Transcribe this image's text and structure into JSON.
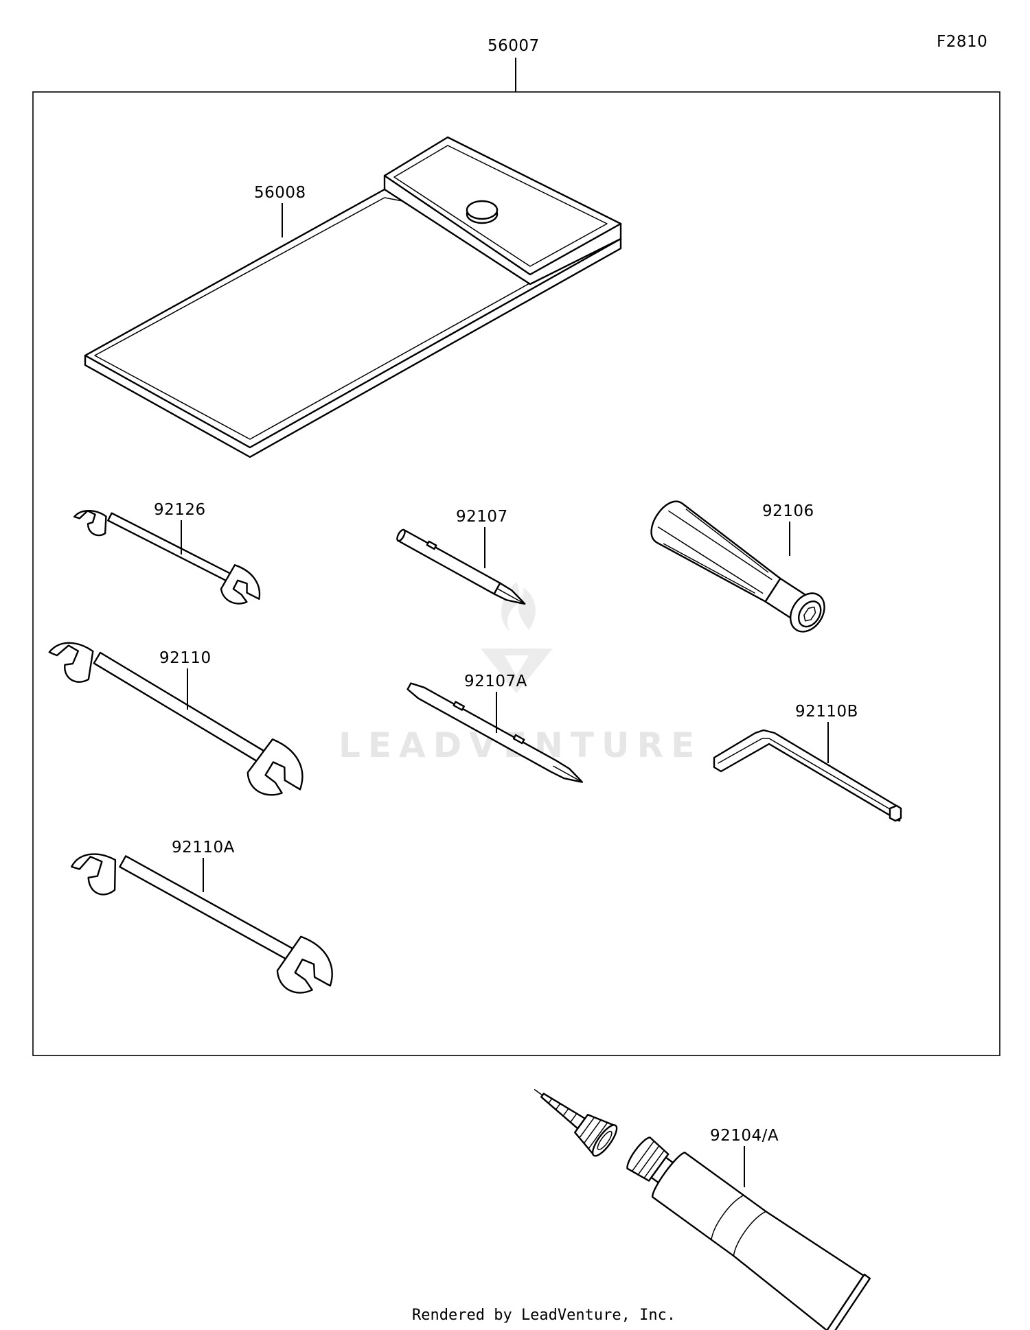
{
  "diagram": {
    "figure_code": "F2810",
    "kit_part": "56007",
    "parts": [
      {
        "id": "pouch",
        "number": "56008"
      },
      {
        "id": "small-wrench",
        "number": "92126"
      },
      {
        "id": "driver-bit",
        "number": "92107"
      },
      {
        "id": "driver-handle",
        "number": "92106"
      },
      {
        "id": "large-wrench",
        "number": "92110"
      },
      {
        "id": "double-driver-bit",
        "number": "92107A"
      },
      {
        "id": "hex-wrench",
        "number": "92110B"
      },
      {
        "id": "medium-wrench",
        "number": "92110A"
      },
      {
        "id": "grease-tube",
        "number": "92104/A"
      }
    ]
  },
  "watermark": {
    "text": "LEADVENTURE"
  },
  "footer": {
    "text": "Rendered by LeadVenture, Inc."
  },
  "colors": {
    "line": "#000000",
    "background": "#ffffff",
    "watermark": "#e6e6e6"
  }
}
